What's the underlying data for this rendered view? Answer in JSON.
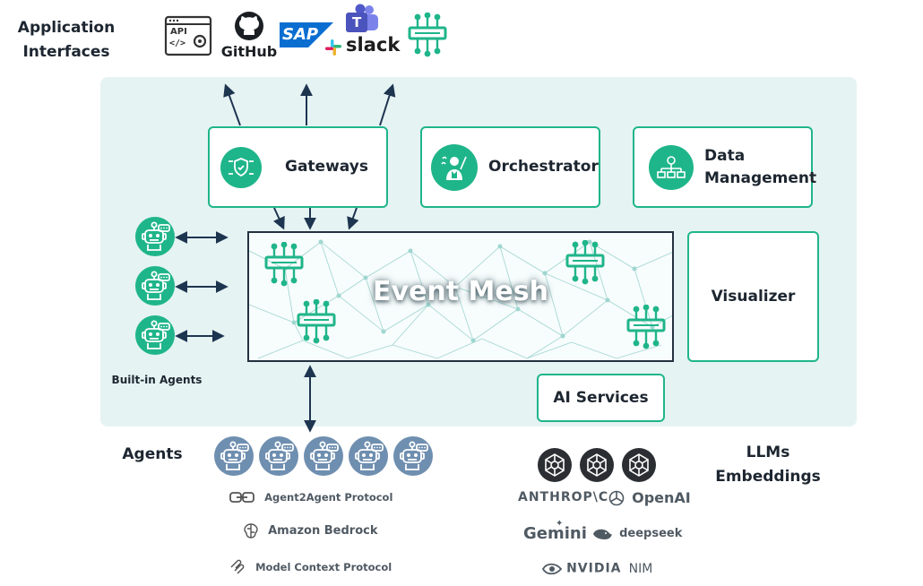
{
  "headings": {
    "app_interfaces": [
      "Application",
      "Interfaces"
    ],
    "built_in_agents": "Built-in Agents",
    "agents": "Agents",
    "llms": [
      "LLMs",
      "Embeddings"
    ]
  },
  "app_logos": {
    "api": "API",
    "api_code": "</>",
    "github": "GitHub",
    "sap": "SAP",
    "slack": "slack",
    "teams": "T"
  },
  "boxes": {
    "gateways": "Gateways",
    "orchestrator": "Orchestrator",
    "data_management": [
      "Data",
      "Management"
    ],
    "visualizer": "Visualizer",
    "ai_services": "AI Services"
  },
  "event_mesh": "Event Mesh",
  "protocols": [
    "Agent2Agent Protocol",
    "Amazon Bedrock",
    "Model Context Protocol"
  ],
  "llm_providers": {
    "anthropic": "ANTHROP\\C",
    "openai": "OpenAI",
    "gemini": "Gemini",
    "deepseek": "deepseek",
    "nvidia": "NVIDIA",
    "nim": "NIM"
  },
  "colors": {
    "accent_green": "#1fb58a",
    "panel_bg": "#e5f3f3",
    "agent_blue": "#6f8fb0",
    "llm_dark": "#2b2f33",
    "arrow": "#1e3550"
  }
}
